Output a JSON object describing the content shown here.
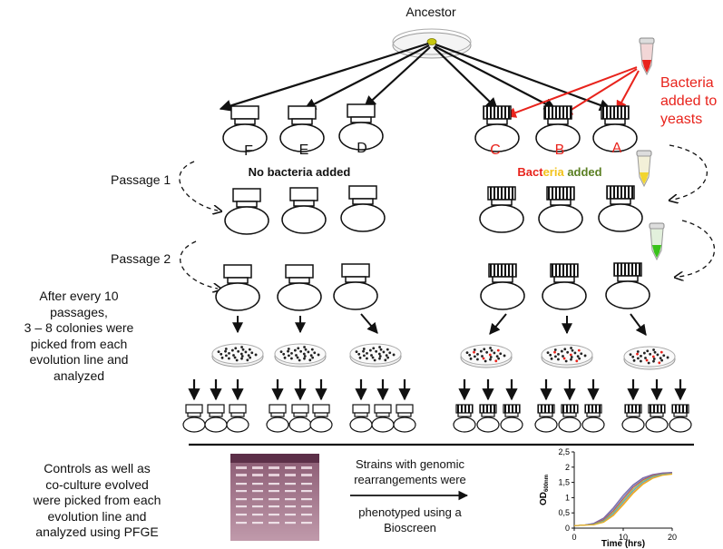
{
  "ancestor_label": "Ancestor",
  "bacteria_note": [
    "Bacteria",
    "added to",
    "yeasts"
  ],
  "lines": {
    "control": [
      "F",
      "E",
      "D"
    ],
    "coculture": [
      "C",
      "B",
      "A"
    ]
  },
  "no_bacteria_label": "No bacteria added",
  "bacteria_added": {
    "part1": "Bact",
    "part2": "eria",
    "part3": " added"
  },
  "passage_labels": [
    "Passage 1",
    "Passage 2"
  ],
  "left_note": [
    "After  every 10",
    "passages,",
    "3 – 8 colonies were",
    "picked from each",
    "evolution line and",
    "analyzed"
  ],
  "bottom_left_note": [
    "Controls as well as",
    "co-culture evolved",
    "were picked from each",
    "evolution line and",
    "analyzed using PFGE"
  ],
  "bottom_mid_note": {
    "top": [
      "Strains with genomic",
      "rearrangements  were"
    ],
    "bottom": [
      "phenotyped using a",
      "Bioscreen"
    ]
  },
  "chart_data": {
    "type": "line",
    "xlabel": "Time (hrs)",
    "ylabel": "OD",
    "ylabel_sub": "600nm",
    "x_ticks": [
      "0",
      "10",
      "20"
    ],
    "y_ticks": [
      "0",
      "0,5",
      "1",
      "1,5",
      "2",
      "2,5"
    ],
    "xlim": [
      0,
      20
    ],
    "ylim": [
      0,
      2.5
    ],
    "series": [
      {
        "color": "#6a8fd0",
        "x": [
          0,
          2,
          4,
          6,
          8,
          10,
          12,
          14,
          16,
          18,
          20
        ],
        "values": [
          0.08,
          0.1,
          0.15,
          0.3,
          0.62,
          1.02,
          1.38,
          1.62,
          1.74,
          1.8,
          1.82
        ]
      },
      {
        "color": "#c0504d",
        "x": [
          0,
          2,
          4,
          6,
          8,
          10,
          12,
          14,
          16,
          18,
          20
        ],
        "values": [
          0.08,
          0.1,
          0.14,
          0.27,
          0.57,
          0.96,
          1.33,
          1.58,
          1.72,
          1.78,
          1.8
        ]
      },
      {
        "color": "#9bbb59",
        "x": [
          0,
          2,
          4,
          6,
          8,
          10,
          12,
          14,
          16,
          18,
          20
        ],
        "values": [
          0.08,
          0.1,
          0.13,
          0.24,
          0.52,
          0.9,
          1.27,
          1.54,
          1.7,
          1.77,
          1.79
        ]
      },
      {
        "color": "#8064a2",
        "x": [
          0,
          2,
          4,
          6,
          8,
          10,
          12,
          14,
          16,
          18,
          20
        ],
        "values": [
          0.08,
          0.1,
          0.16,
          0.33,
          0.67,
          1.08,
          1.42,
          1.65,
          1.76,
          1.81,
          1.83
        ]
      },
      {
        "color": "#4bacc6",
        "x": [
          0,
          2,
          4,
          6,
          8,
          10,
          12,
          14,
          16,
          18,
          20
        ],
        "values": [
          0.08,
          0.1,
          0.12,
          0.22,
          0.48,
          0.85,
          1.22,
          1.5,
          1.68,
          1.76,
          1.79
        ]
      },
      {
        "color": "#f79646",
        "x": [
          0,
          2,
          4,
          6,
          8,
          10,
          12,
          14,
          16,
          18,
          20
        ],
        "values": [
          0.08,
          0.1,
          0.11,
          0.2,
          0.44,
          0.8,
          1.17,
          1.46,
          1.65,
          1.74,
          1.78
        ]
      },
      {
        "color": "#e6b422",
        "x": [
          0,
          2,
          4,
          6,
          8,
          10,
          12,
          14,
          16,
          18,
          20
        ],
        "values": [
          0.08,
          0.1,
          0.11,
          0.19,
          0.41,
          0.76,
          1.13,
          1.43,
          1.63,
          1.73,
          1.77
        ]
      }
    ]
  },
  "colors": {
    "red": "#e8231c",
    "yellow": "#f2c21a",
    "green": "#5a7f22",
    "black": "#111111"
  },
  "icons": [
    "petri-dish-icon",
    "flask-icon",
    "striped-flask-icon",
    "eppendorf-tube-icon",
    "gel-image-icon"
  ]
}
